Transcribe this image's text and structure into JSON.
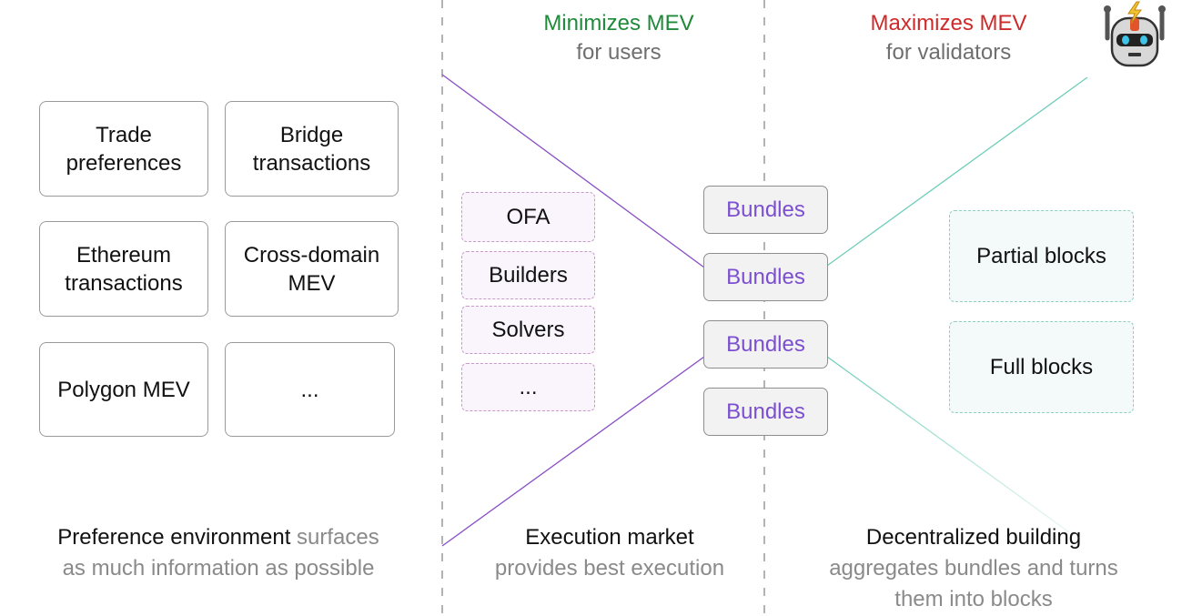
{
  "colors": {
    "minimize": "#1f8a3a",
    "maximize": "#cf2a2a",
    "muted": "#6f6f6f",
    "bundle_text": "#7b4fd0",
    "purple_line": "#8a4fc4",
    "teal_line": "#6fcdb9"
  },
  "headings": {
    "minimize": {
      "title": "Minimizes MEV",
      "sub": "for users"
    },
    "maximize": {
      "title": "Maximizes MEV",
      "sub": "for validators"
    }
  },
  "preference_boxes": [
    {
      "label": "Trade\npreferences"
    },
    {
      "label": "Bridge\ntransactions"
    },
    {
      "label": "Ethereum\ntransactions"
    },
    {
      "label": "Cross-domain\nMEV"
    },
    {
      "label": "Polygon MEV"
    },
    {
      "label": "..."
    }
  ],
  "execution_boxes": [
    {
      "label": "OFA"
    },
    {
      "label": "Builders"
    },
    {
      "label": "Solvers"
    },
    {
      "label": "..."
    }
  ],
  "bundles": [
    {
      "label": "Bundles"
    },
    {
      "label": "Bundles"
    },
    {
      "label": "Bundles"
    },
    {
      "label": "Bundles"
    }
  ],
  "block_boxes": [
    {
      "label": "Partial blocks"
    },
    {
      "label": "Full blocks"
    }
  ],
  "captions": {
    "preference": {
      "strong": "Preference environment",
      "muted_inline": " surfaces",
      "muted_line2": "as much information as possible"
    },
    "execution": {
      "strong": "Execution market",
      "muted_line2": "provides best execution"
    },
    "building": {
      "strong": "Decentralized building",
      "muted_line2": "aggregates bundles and turns",
      "muted_line3": "them into blocks"
    }
  },
  "icons": {
    "robot": "robot-with-lightning-icon"
  }
}
